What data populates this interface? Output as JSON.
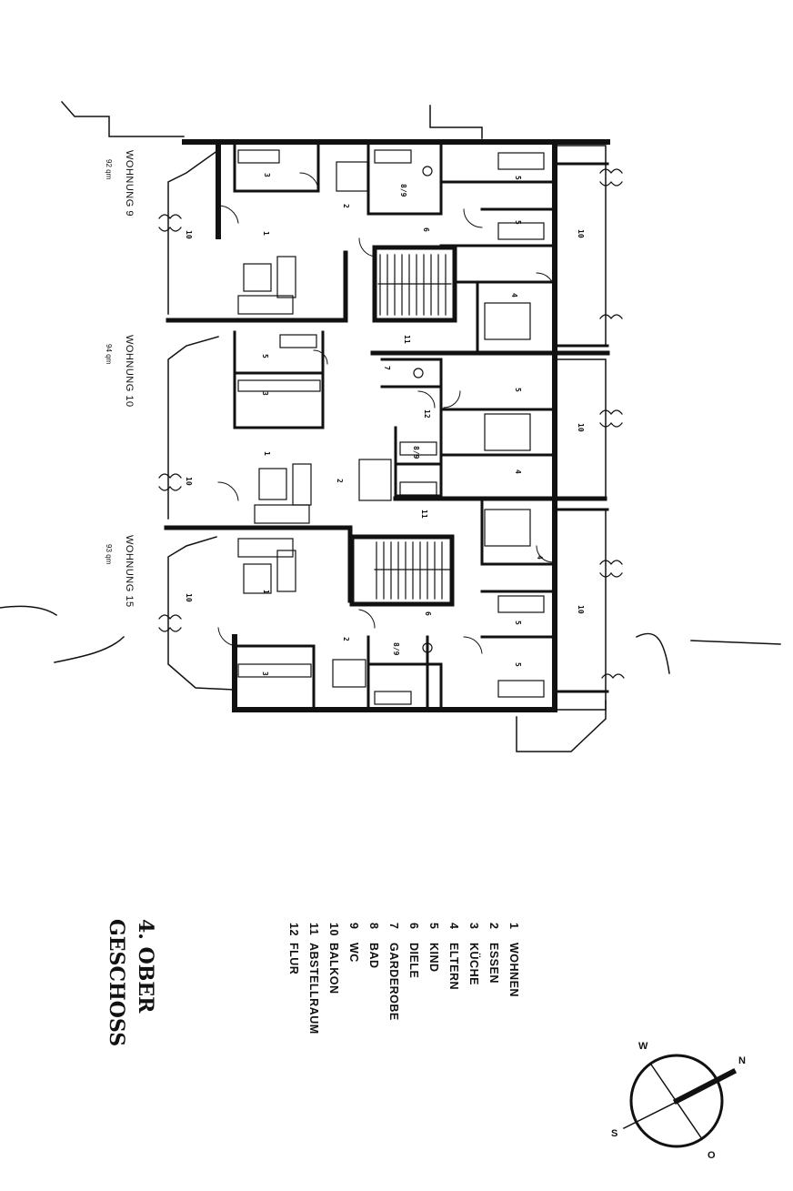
{
  "apartments": [
    {
      "name": "WOHNUNG 9",
      "area": "92 qm"
    },
    {
      "name": "WOHNUNG 10",
      "area": "94 qm"
    },
    {
      "name": "WOHNUNG 15",
      "area": "93 qm"
    }
  ],
  "legend": [
    {
      "num": "1",
      "label": "WOHNEN"
    },
    {
      "num": "2",
      "label": "ESSEN"
    },
    {
      "num": "3",
      "label": "KÜCHE"
    },
    {
      "num": "4",
      "label": "ELTERN"
    },
    {
      "num": "5",
      "label": "KIND"
    },
    {
      "num": "6",
      "label": "DIELE"
    },
    {
      "num": "7",
      "label": "GARDEROBE"
    },
    {
      "num": "8",
      "label": "BAD"
    },
    {
      "num": "9",
      "label": "WC"
    },
    {
      "num": "10",
      "label": "BALKON"
    },
    {
      "num": "11",
      "label": "ABSTELLRAUM"
    },
    {
      "num": "12",
      "label": "FLUR"
    }
  ],
  "floor_title": {
    "line1": "4. OBER",
    "line2": "GESCHOSS"
  },
  "compass": {
    "n": "N",
    "o": "O",
    "s": "S",
    "w": "W"
  },
  "room_numbers": {
    "r1": "1",
    "r2": "2",
    "r3": "3",
    "r4": "4",
    "r5": "5",
    "r6": "6",
    "r7": "7",
    "r89": "8/9",
    "r10": "10",
    "r11": "11",
    "r12": "12"
  },
  "colors": {
    "ink": "#111111",
    "paper": "#ffffff"
  }
}
